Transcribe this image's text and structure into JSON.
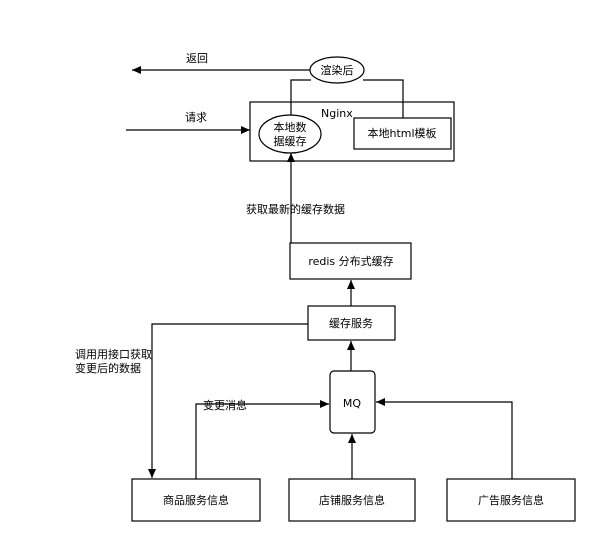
{
  "labels": {
    "return": "返回",
    "request": "请求",
    "rendered": "渲染后",
    "nginx": "Nginx",
    "local_cache_line1": "本地数",
    "local_cache_line2": "据缓存",
    "local_template": "本地html模板",
    "fetch_latest": "获取最新的缓存数据",
    "redis": "redis 分布式缓存",
    "cache_service": "缓存服务",
    "call_api_line1": "调用用接口获取",
    "call_api_line2": "变更后的数据",
    "change_msg": "变更消息",
    "mq": "MQ",
    "product_service": "商品服务信息",
    "shop_service": "店铺服务信息",
    "ad_service": "广告服务信息"
  },
  "colors": {
    "stroke": "#000000",
    "fill": "#ffffff"
  }
}
